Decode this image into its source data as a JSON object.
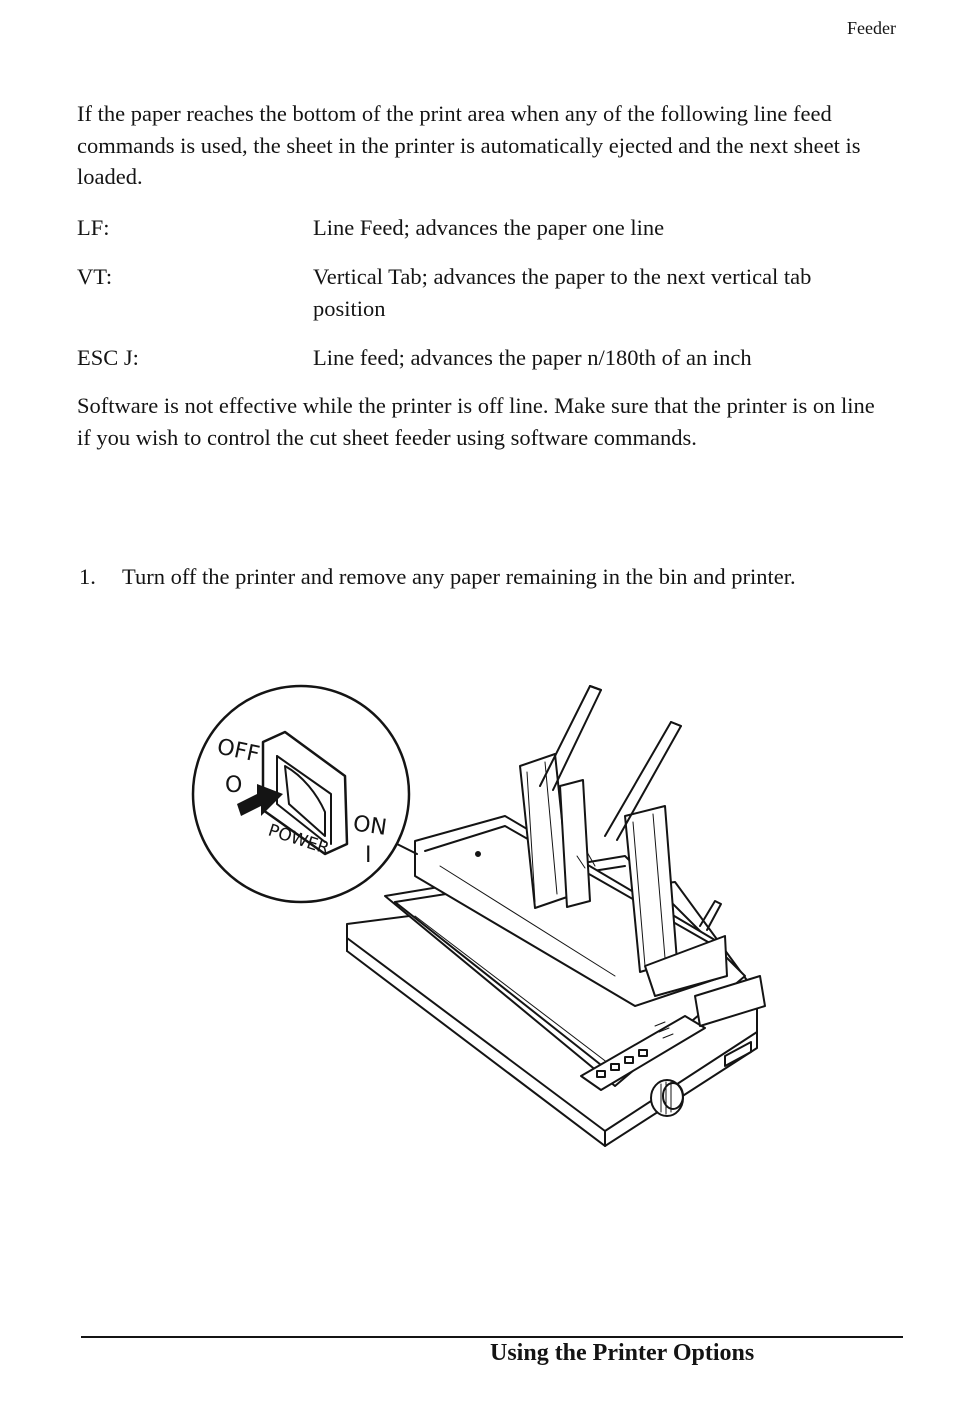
{
  "header": {
    "running_title": "Feeder"
  },
  "intro_paragraph": "If the paper reaches the bottom of the print area when any of the following line feed commands is used, the sheet in the printer is automatically ejected and the next sheet is loaded.",
  "commands": [
    {
      "term": "LF:",
      "description": "Line Feed; advances the paper one line"
    },
    {
      "term": "VT:",
      "description": "Vertical Tab; advances the paper to the next vertical tab position"
    },
    {
      "term": "ESC J:",
      "description": "Line feed; advances the paper n/180th of an inch"
    }
  ],
  "software_note": "Software is not effective while the printer is off line. Make sure that the printer is on line if you wish to control the cut sheet feeder using software commands.",
  "steps": [
    {
      "number": "1.",
      "text": "Turn off the printer and remove any paper remaining in the bin and printer."
    }
  ],
  "figure": {
    "switch_labels": {
      "off": "OFF",
      "off_symbol": "O",
      "on": "ON",
      "on_symbol": "I",
      "power": "POWER"
    }
  },
  "footer": {
    "section_title": "Using the Printer Options"
  }
}
